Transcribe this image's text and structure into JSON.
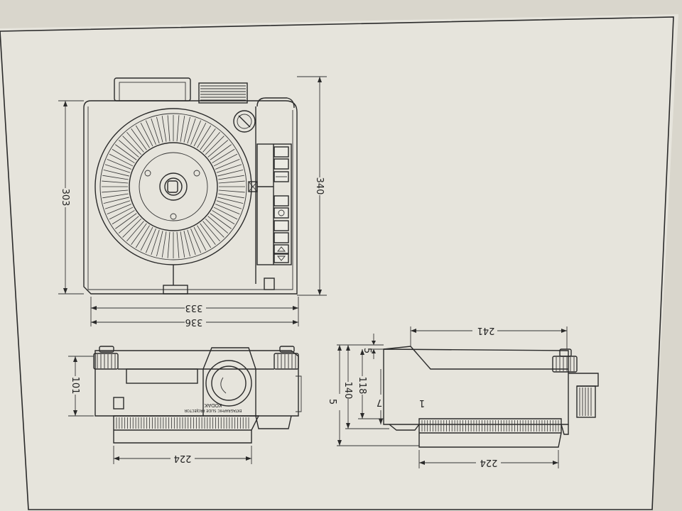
{
  "colors": {
    "paper": "#e6e4dc",
    "ink": "#2a2a2a",
    "shadow": "#cfccc2"
  },
  "front_view": {
    "dim_width_inner": "333",
    "dim_width_outer": "336",
    "dim_height_left": "303",
    "dim_height_right": "340"
  },
  "top_view": {
    "dim_width": "224",
    "dim_height": "101",
    "brand_text": "KODAK",
    "model_text": "EKTAGRAPHIC SLIDE PROJECTOR"
  },
  "side_view": {
    "dim_top_width": "241",
    "dim_bottom_width": "224",
    "dim_5a": "5",
    "dim_7": "7",
    "dim_118": "118",
    "dim_140": "140",
    "dim_5b": "5",
    "label_marker": "1"
  }
}
